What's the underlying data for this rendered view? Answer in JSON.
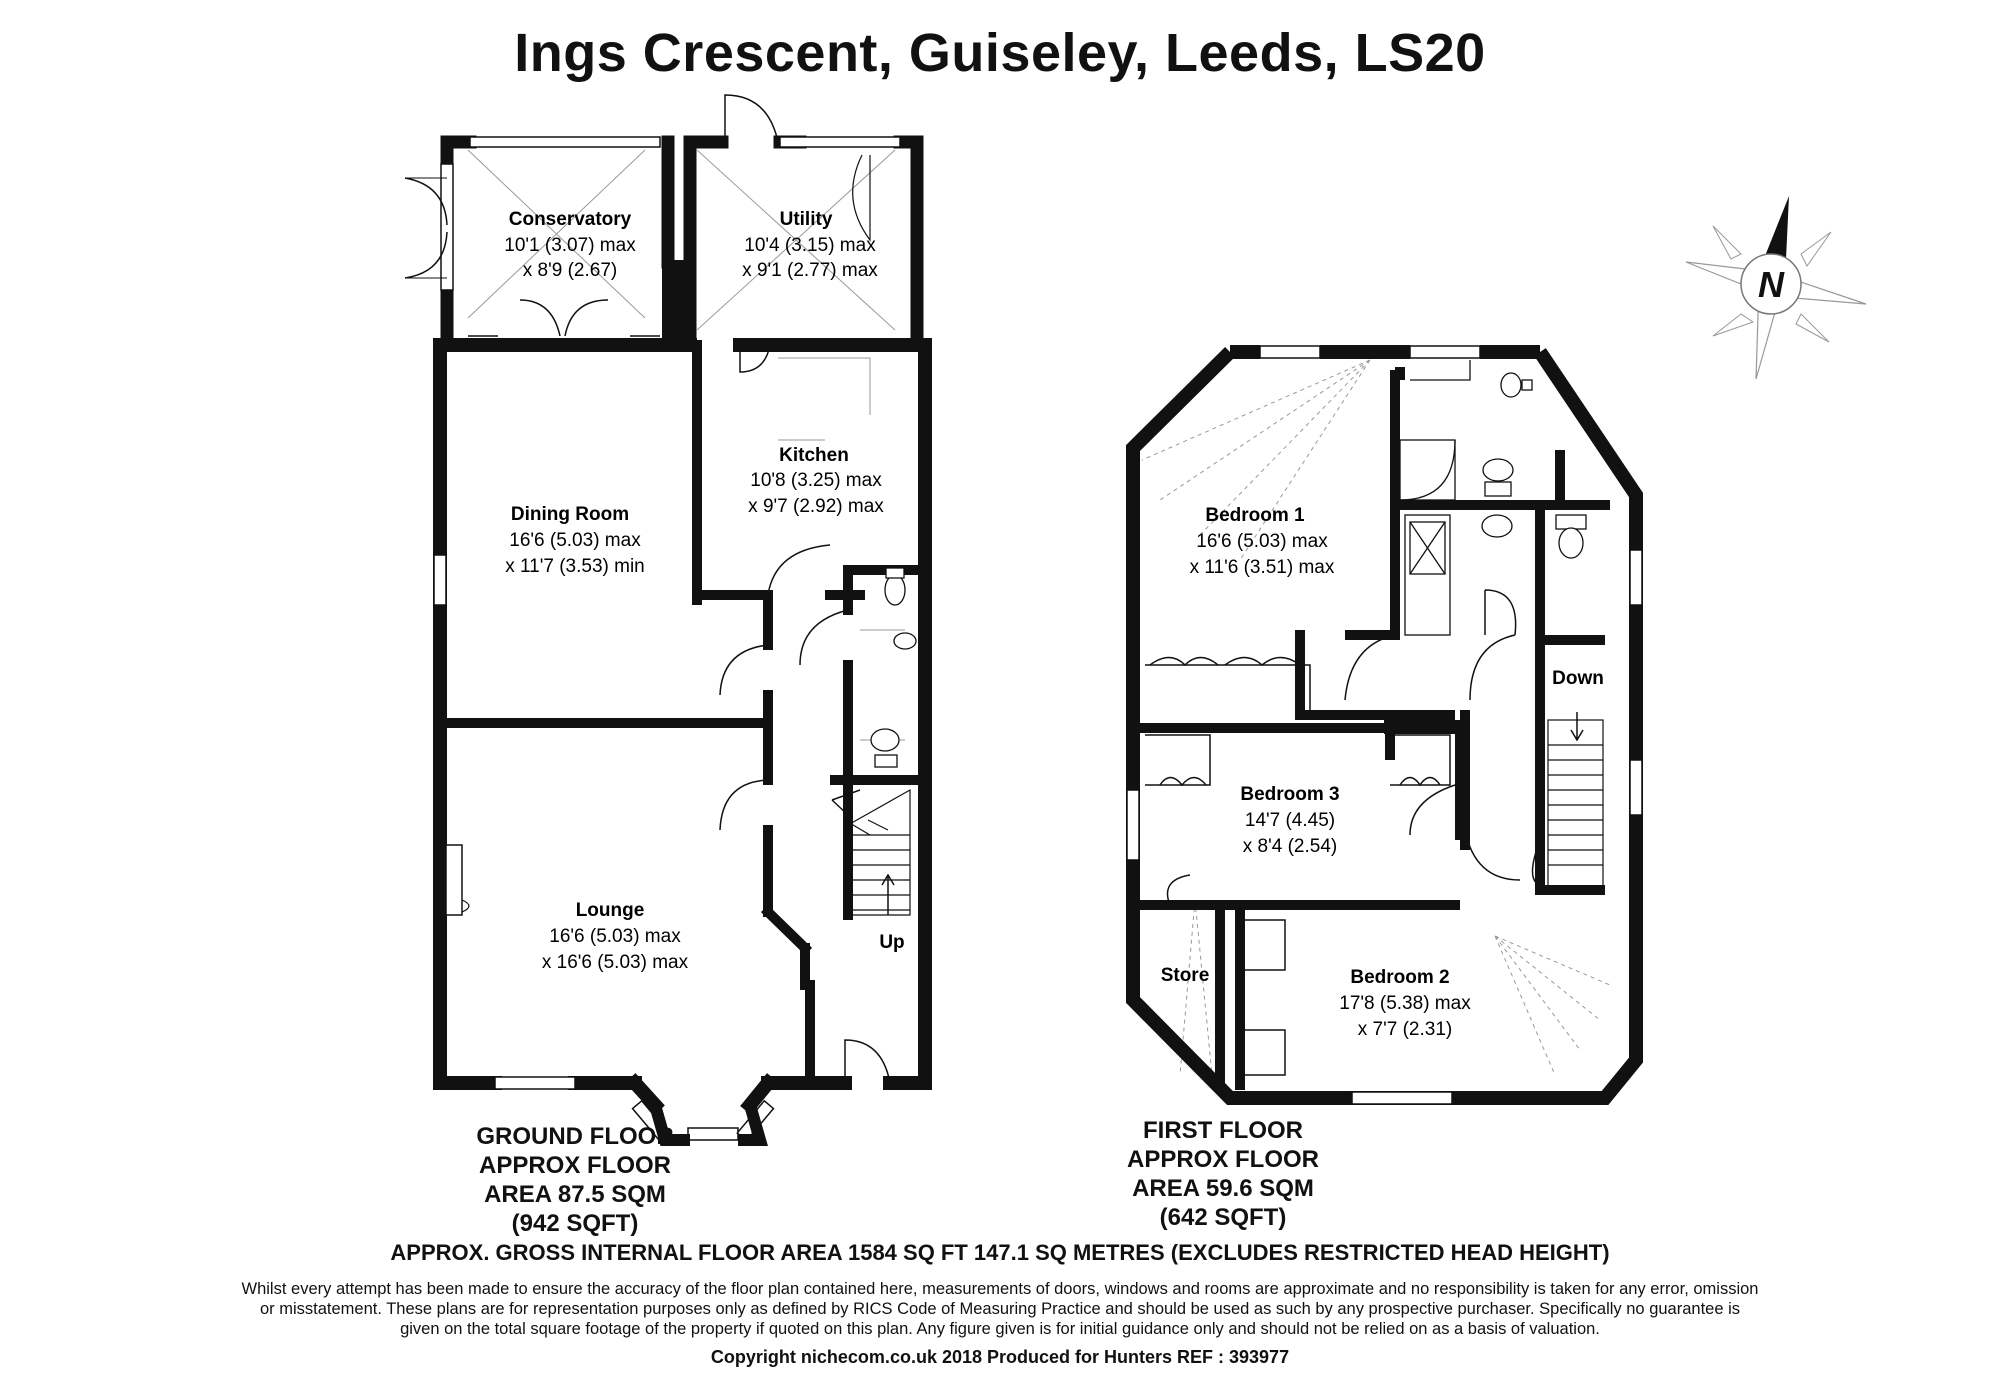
{
  "title": "Ings Crescent, Guiseley, Leeds, LS20",
  "compass": {
    "label": "N"
  },
  "ground_floor": {
    "label_lines": [
      "GROUND FLOOR",
      "APPROX FLOOR",
      "AREA 87.5  SQM",
      "(942 SQFT)"
    ],
    "stairs_label": "Up",
    "rooms": [
      {
        "id": "conservatory",
        "name": "Conservatory",
        "dims": [
          "10'1 (3.07) max",
          "x 8'9 (2.67)"
        ]
      },
      {
        "id": "utility",
        "name": "Utility",
        "dims": [
          "10'4 (3.15) max",
          "x 9'1 (2.77) max"
        ]
      },
      {
        "id": "kitchen",
        "name": "Kitchen",
        "dims": [
          "10'8 (3.25) max",
          "x 9'7 (2.92) max"
        ]
      },
      {
        "id": "dining-room",
        "name": "Dining Room",
        "dims": [
          "16'6 (5.03) max",
          "x 11'7 (3.53) min"
        ]
      },
      {
        "id": "lounge",
        "name": "Lounge",
        "dims": [
          "16'6 (5.03) max",
          "x 16'6 (5.03) max"
        ]
      }
    ]
  },
  "first_floor": {
    "label_lines": [
      "FIRST FLOOR",
      "APPROX FLOOR",
      "AREA 59.6 SQM",
      "(642 SQFT)"
    ],
    "stairs_label": "Down",
    "rooms": [
      {
        "id": "bedroom-1",
        "name": "Bedroom 1",
        "dims": [
          "16'6 (5.03) max",
          "x 11'6 (3.51) max"
        ]
      },
      {
        "id": "bedroom-3",
        "name": "Bedroom 3",
        "dims": [
          "14'7 (4.45)",
          "x 8'4 (2.54)"
        ]
      },
      {
        "id": "bedroom-2",
        "name": "Bedroom 2",
        "dims": [
          "17'8 (5.38) max",
          "x 7'7 (2.31)"
        ]
      },
      {
        "id": "store",
        "name": "Store",
        "dims": []
      }
    ]
  },
  "gross_area": "APPROX. GROSS INTERNAL FLOOR AREA 1584 SQ FT 147.1 SQ METRES (EXCLUDES RESTRICTED HEAD HEIGHT)",
  "disclaimer": "Whilst every attempt has been made to ensure the accuracy of the floor plan contained here, measurements of doors, windows and rooms are approximate and no responsibility is taken for any error, omission or misstatement. These plans are for representation purposes only as defined by RICS Code of Measuring Practice and should be used as such by any prospective purchaser. Specifically no guarantee is given on the total square footage of the property if quoted on this plan. Any figure given is for initial guidance only and should not be relied on as a basis of valuation.",
  "copyright": "Copyright nichecom.co.uk 2018    Produced for Hunters    REF : 393977"
}
